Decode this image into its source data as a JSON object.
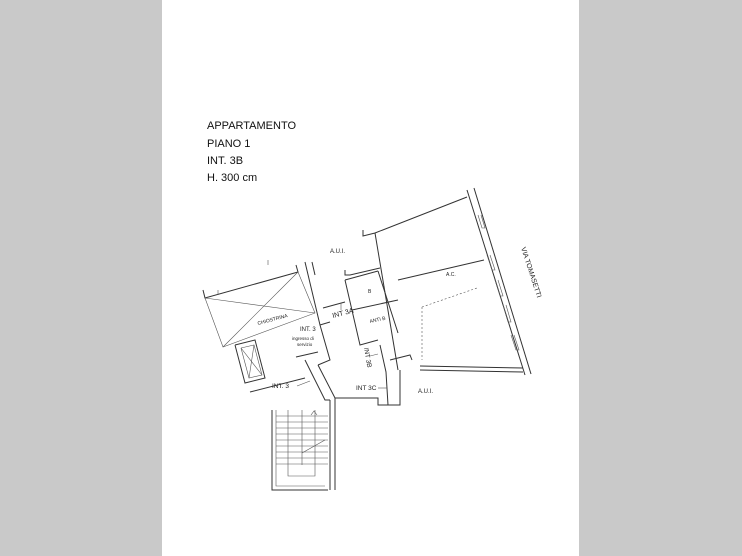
{
  "header": {
    "line1": "APPARTAMENTO",
    "line2": "PIANO 1",
    "line3": "INT. 3B",
    "line4": "H. 300 cm"
  },
  "labels": {
    "aui_top": "A.U.I.",
    "aui_bottom": "A.U.I.",
    "street": "VIA TOMASETTI",
    "ac": "A.C.",
    "b": "B",
    "anti_b": "ANTI B",
    "chiostrina": "CHIOSTRINA",
    "int3": "INT. 3",
    "ingresso_1": "ingresso di",
    "ingresso_2": "servizio",
    "int3a": "INT 3A",
    "int3b": "INT 3B",
    "int3c": "INT 3C",
    "int3_stairs": "INT. 3"
  }
}
